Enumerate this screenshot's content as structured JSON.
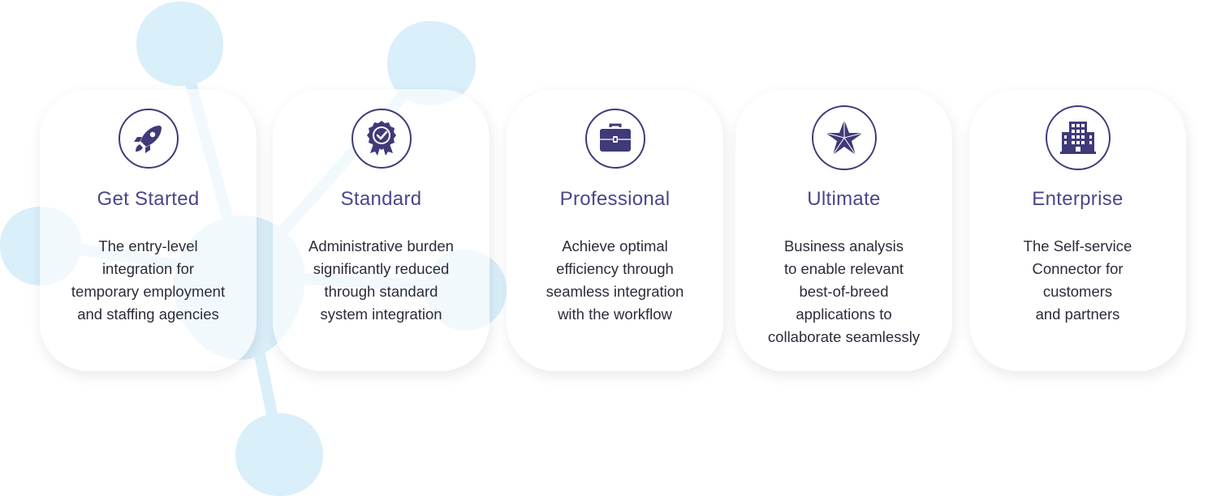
{
  "plans": [
    {
      "icon": "rocket-icon",
      "title": "Get Started",
      "lines": [
        "The entry-level",
        "integration for",
        "temporary employment",
        "and staffing agencies"
      ]
    },
    {
      "icon": "certificate-badge-icon",
      "title": "Standard",
      "lines": [
        "Administrative burden",
        "significantly reduced",
        "through standard",
        "system integration"
      ]
    },
    {
      "icon": "briefcase-icon",
      "title": "Professional",
      "lines": [
        "Achieve optimal",
        "efficiency through",
        "seamless integration",
        "with the workflow"
      ]
    },
    {
      "icon": "star-icon",
      "title": "Ultimate",
      "lines": [
        "Business analysis",
        "to enable relevant",
        "best-of-breed",
        "applications to",
        "collaborate seamlessly"
      ]
    },
    {
      "icon": "office-building-icon",
      "title": "Enterprise",
      "lines": [
        "The Self-service",
        "Connector for",
        "customers",
        "and partners"
      ]
    }
  ],
  "colors": {
    "icon": "#3f3a78",
    "title": "#4a468a",
    "text": "#2c2c3a",
    "decoration": "#d6eef9"
  }
}
